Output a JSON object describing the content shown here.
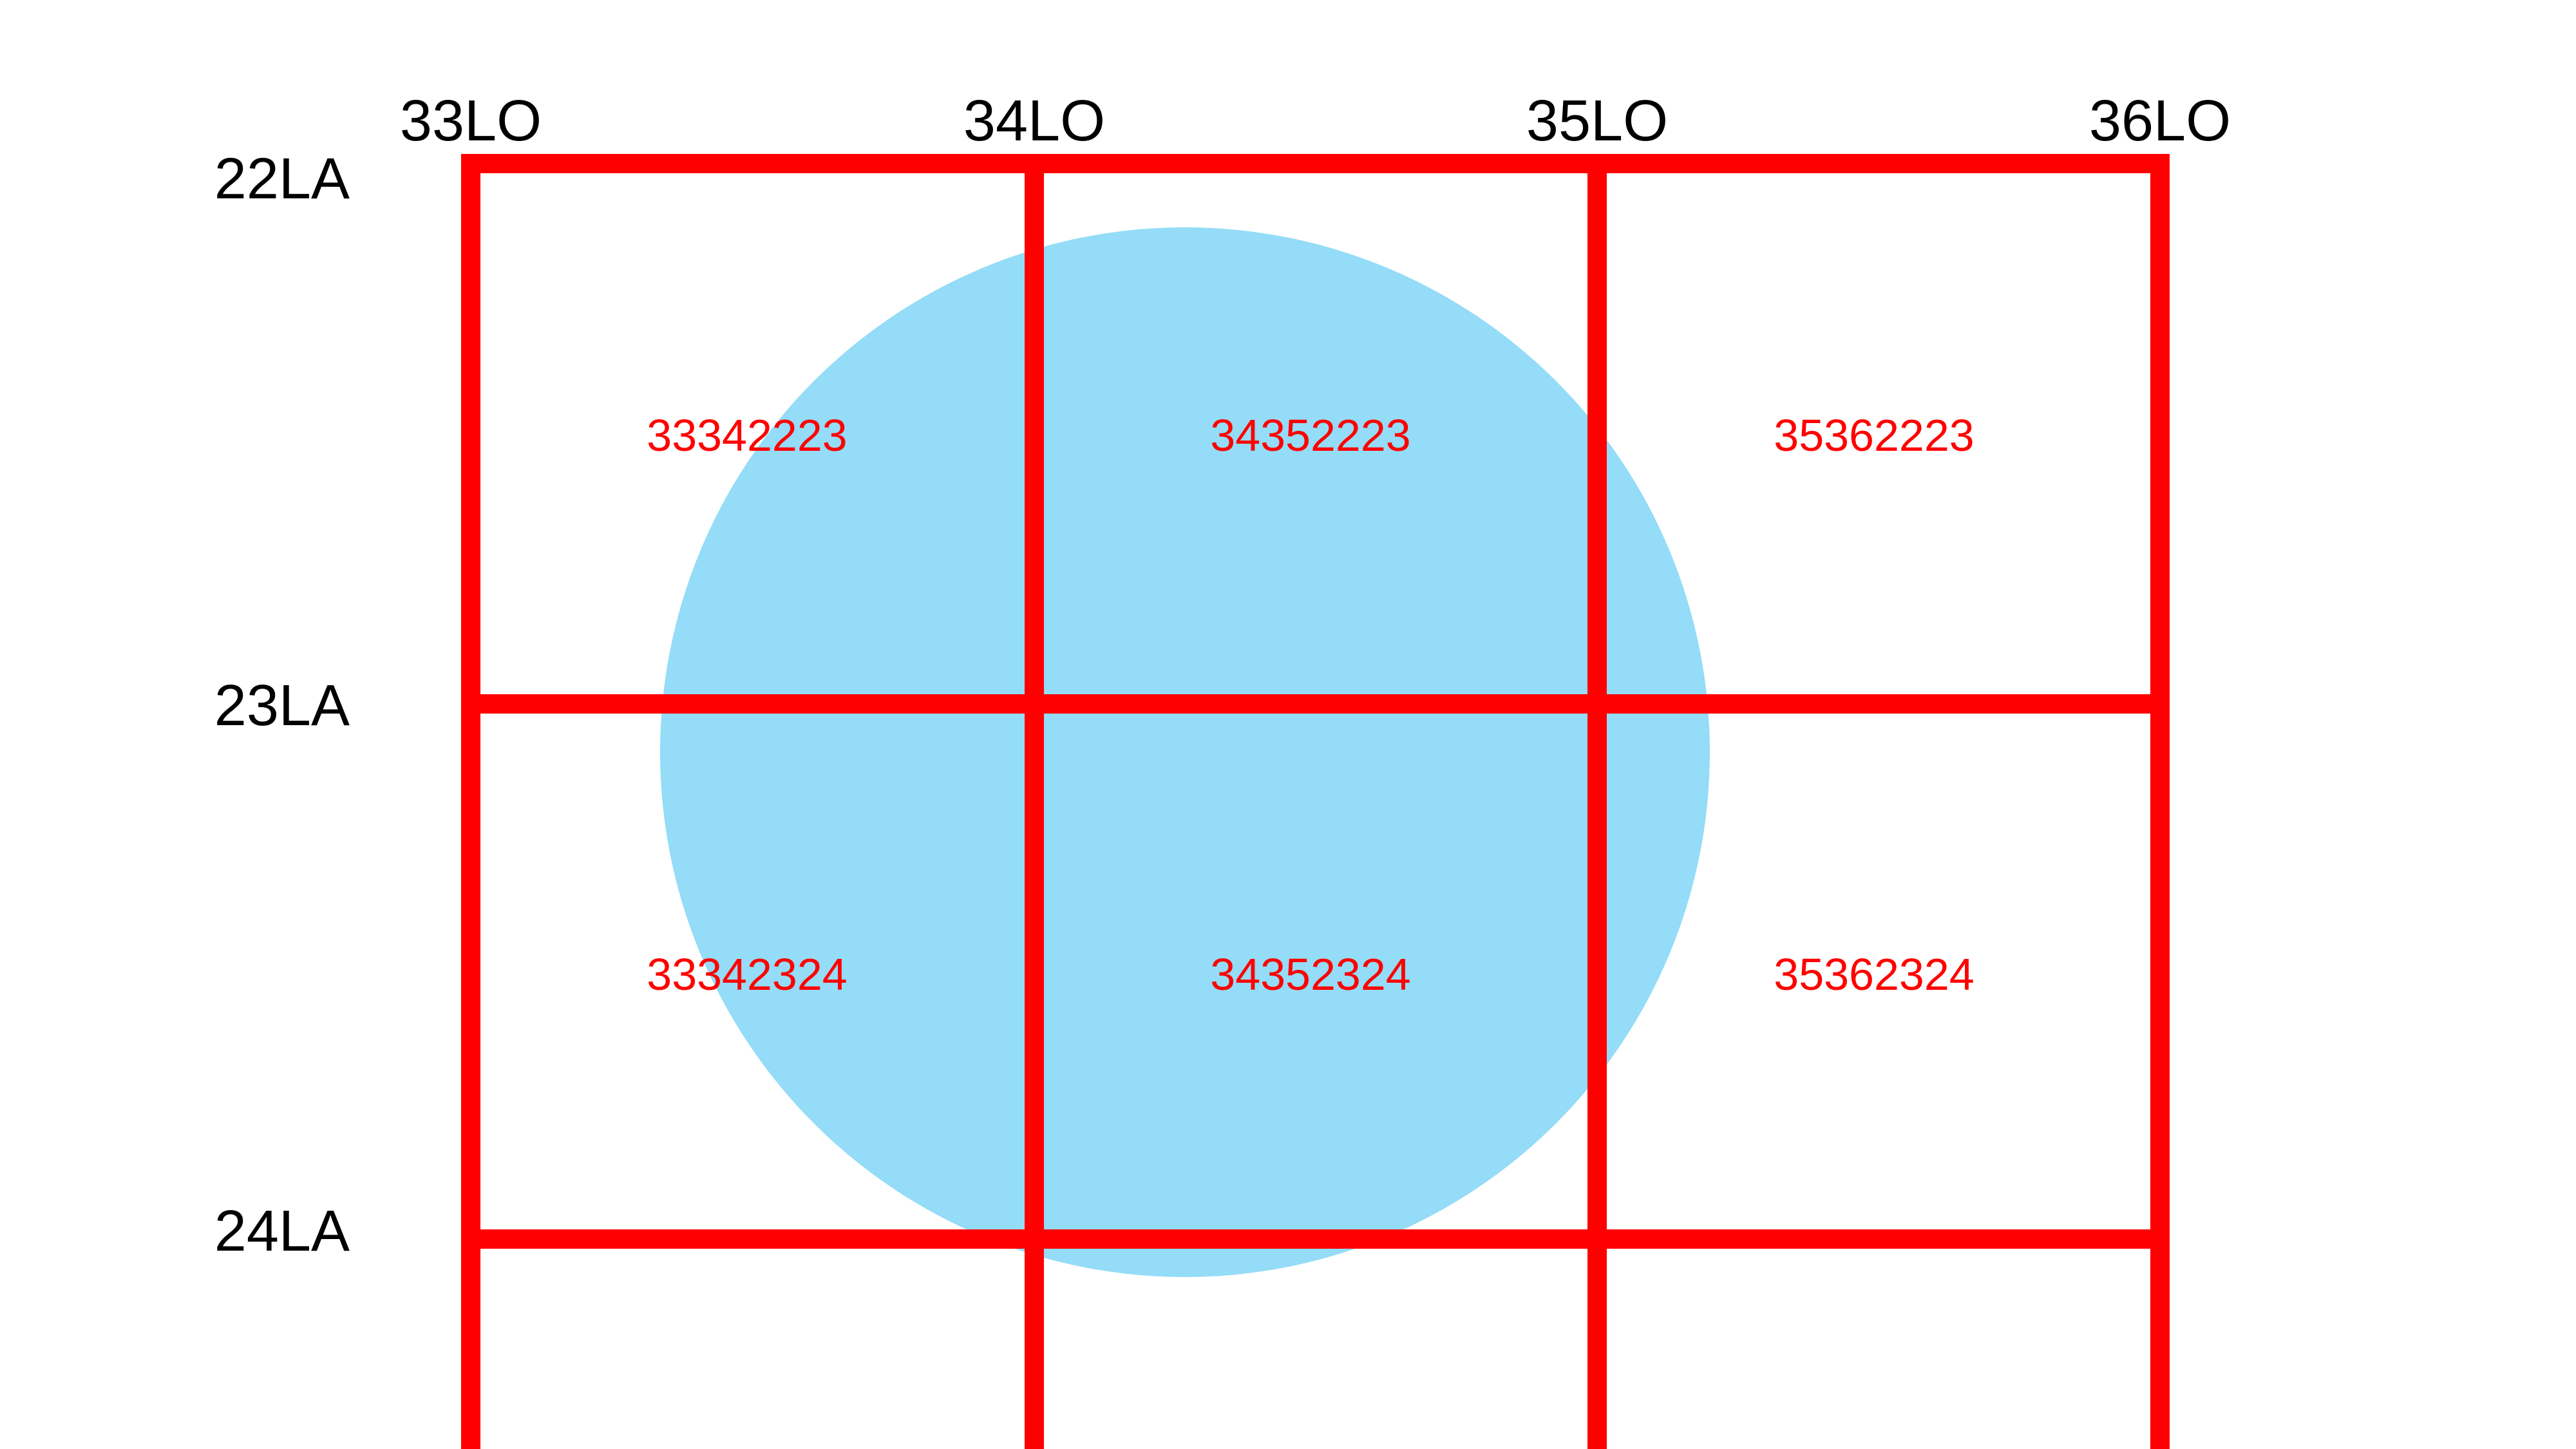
{
  "longitude_labels": [
    "33LO",
    "34LO",
    "35LO",
    "36LO"
  ],
  "latitude_labels": [
    "22LA",
    "23LA",
    "24LA"
  ],
  "cells": [
    {
      "code": "33342223",
      "col": 0,
      "row": 0
    },
    {
      "code": "34352223",
      "col": 1,
      "row": 0
    },
    {
      "code": "35362223",
      "col": 2,
      "row": 0
    },
    {
      "code": "33342324",
      "col": 0,
      "row": 1
    },
    {
      "code": "34352324",
      "col": 1,
      "row": 1
    },
    {
      "code": "35362324",
      "col": 2,
      "row": 1
    }
  ],
  "colors": {
    "grid": "#ff0000",
    "cell_text": "#ff0000",
    "circle": "#94dcf7",
    "label_text": "#000000",
    "background": "#ffffff"
  }
}
